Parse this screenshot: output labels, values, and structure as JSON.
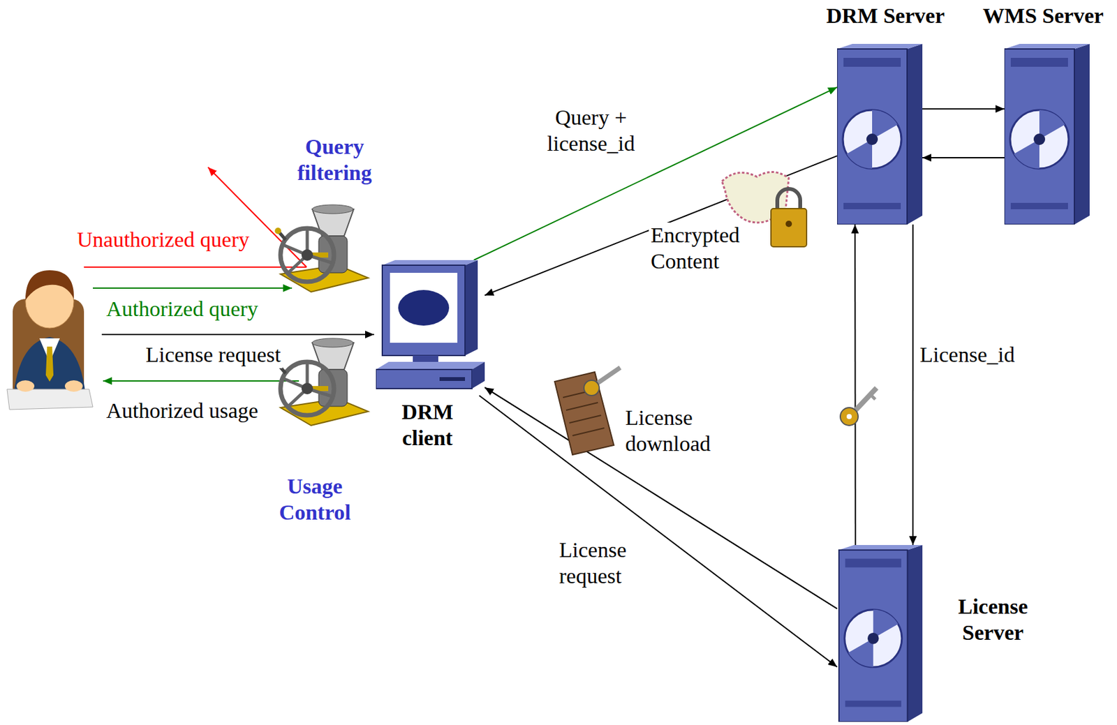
{
  "diagram": {
    "nodes": [
      {
        "text": [
          "DRM Server"
        ]
      },
      {
        "text": [
          "WMS Server"
        ]
      },
      {
        "text": [
          "Query filtering"
        ]
      },
      {
        "text": [
          "DRM client"
        ]
      },
      {
        "text": [
          "Usage Control"
        ]
      },
      {
        "text": [
          "License Server"
        ]
      }
    ],
    "edges": [
      {
        "from": 3,
        "to": 0,
        "arrow": "to",
        "label": "Query + license_id"
      },
      {
        "from": 0,
        "to": 3,
        "arrow": "to",
        "label": "Encrypted Content"
      },
      {
        "from": 0,
        "to": 1,
        "arrow": "to"
      },
      {
        "from": 1,
        "to": 0,
        "arrow": "to"
      },
      {
        "from": 0,
        "to": 5,
        "arrow": "to",
        "label": "License_id"
      },
      {
        "from": 5,
        "to": 0,
        "arrow": "to"
      },
      {
        "from": 3,
        "to": 5,
        "arrow": "to",
        "label": "License request"
      },
      {
        "from": 5,
        "to": 3,
        "arrow": "to",
        "label": "License download"
      }
    ],
    "labels": [
      "Unauthorized query",
      "Authorized query",
      "License request",
      "Authorized usage"
    ]
  }
}
